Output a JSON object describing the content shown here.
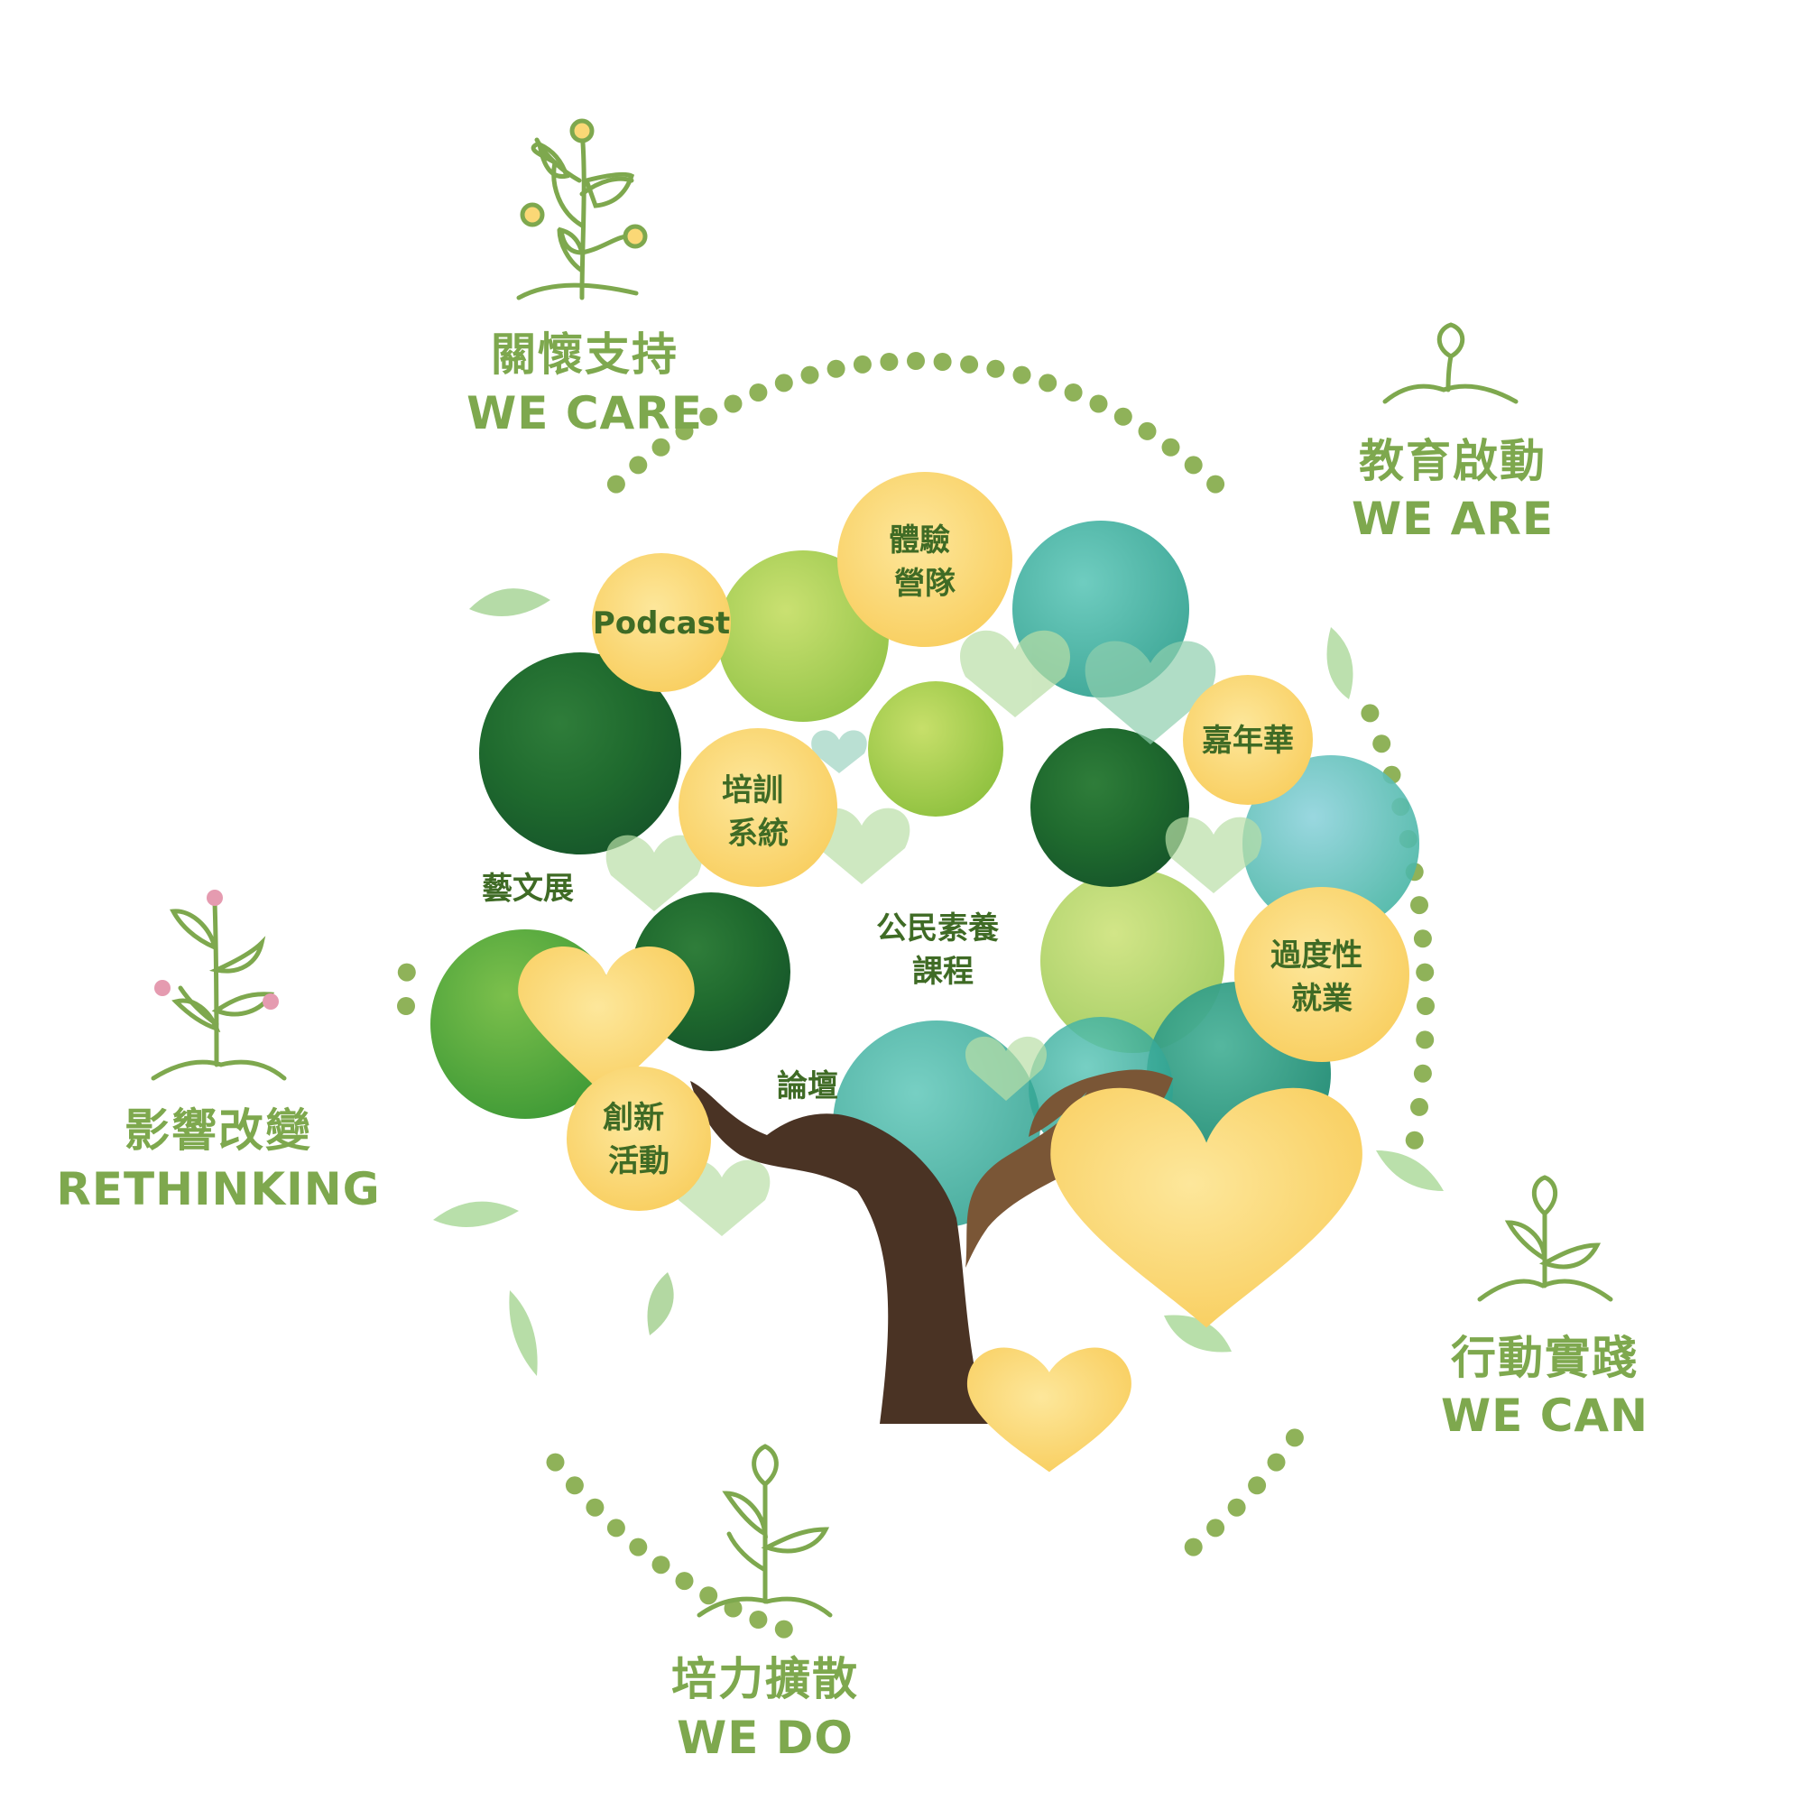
{
  "colors": {
    "stage_green": "#7ea84e",
    "dot_green": "#8fb259",
    "trunk_dark": "#4a3324",
    "trunk_light": "#7a5636",
    "bubble_yellow": "#fbd876",
    "bubble_text": "#3f6b25",
    "flower_pink": "#e59bb0"
  },
  "stages": {
    "care": {
      "zh": "關懷支持",
      "en": "WE CARE",
      "icon": "budding-plant-icon"
    },
    "are": {
      "zh": "教育啟動",
      "en": "WE ARE",
      "icon": "sprout-icon"
    },
    "can": {
      "zh": "行動實踐",
      "en": "WE CAN",
      "icon": "seedling-icon"
    },
    "do": {
      "zh": "培力擴散",
      "en": "WE DO",
      "icon": "growing-plant-icon"
    },
    "rethink": {
      "zh": "影響改變",
      "en": "RETHINKING",
      "icon": "flowering-plant-icon"
    }
  },
  "activities": {
    "podcast": [
      "Podcast"
    ],
    "camp": [
      "體驗",
      "營隊"
    ],
    "carnival": [
      "嘉年華"
    ],
    "training": [
      "培訓",
      "系統"
    ],
    "art": [
      "藝文展"
    ],
    "civic": [
      "公民素養",
      "課程"
    ],
    "transition": [
      "過度性",
      "就業"
    ],
    "forum": [
      "論壇"
    ],
    "innovation": [
      "創新",
      "活動"
    ]
  }
}
